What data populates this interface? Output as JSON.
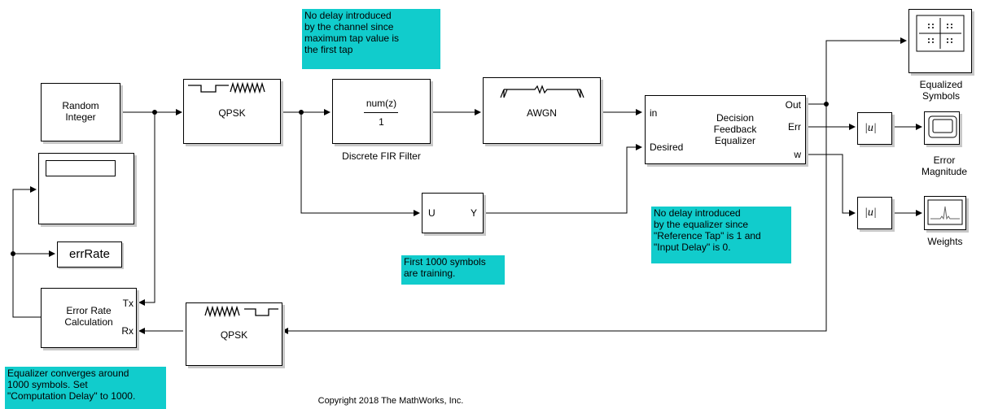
{
  "blocks": {
    "random_integer": "Random\nInteger",
    "qpsk_mod": "QPSK",
    "fir_num": "num(z)",
    "fir_den": "1",
    "fir_label": "Discrete FIR Filter",
    "awgn": "AWGN",
    "dfe_title": "Decision\nFeedback\nEqualizer",
    "dfe_in": "in",
    "dfe_desired": "Desired",
    "dfe_out": "Out",
    "dfe_err": "Err",
    "dfe_w": "w",
    "selector_u": "U",
    "selector_y": "Y",
    "abs_err": "|u|",
    "abs_w": "|u|",
    "scope_equalized": "Equalized\nSymbols",
    "scope_error": "Error\nMagnitude",
    "scope_weights": "Weights",
    "err_rate_to": "errRate",
    "error_rate_calc": "Error Rate\nCalculation",
    "erc_tx": "Tx",
    "erc_rx": "Rx",
    "qpsk_demod": "QPSK"
  },
  "notes": {
    "channel_delay": "No delay introduced\nby the channel since\nmaximum tap value is\nthe first tap",
    "equalizer_delay": "No delay introduced\nby the equalizer since\n\"Reference Tap\" is 1 and\n\"Input Delay\" is 0.",
    "training": "First 1000 symbols\nare training.",
    "converges": "Equalizer converges around\n1000 symbols. Set\n\"Computation Delay\" to 1000."
  },
  "copyright": "Copyright 2018 The MathWorks, Inc.",
  "colors": {
    "note_bg": "#11cccc",
    "shadow": "#c8c8c8",
    "line": "#000000"
  }
}
